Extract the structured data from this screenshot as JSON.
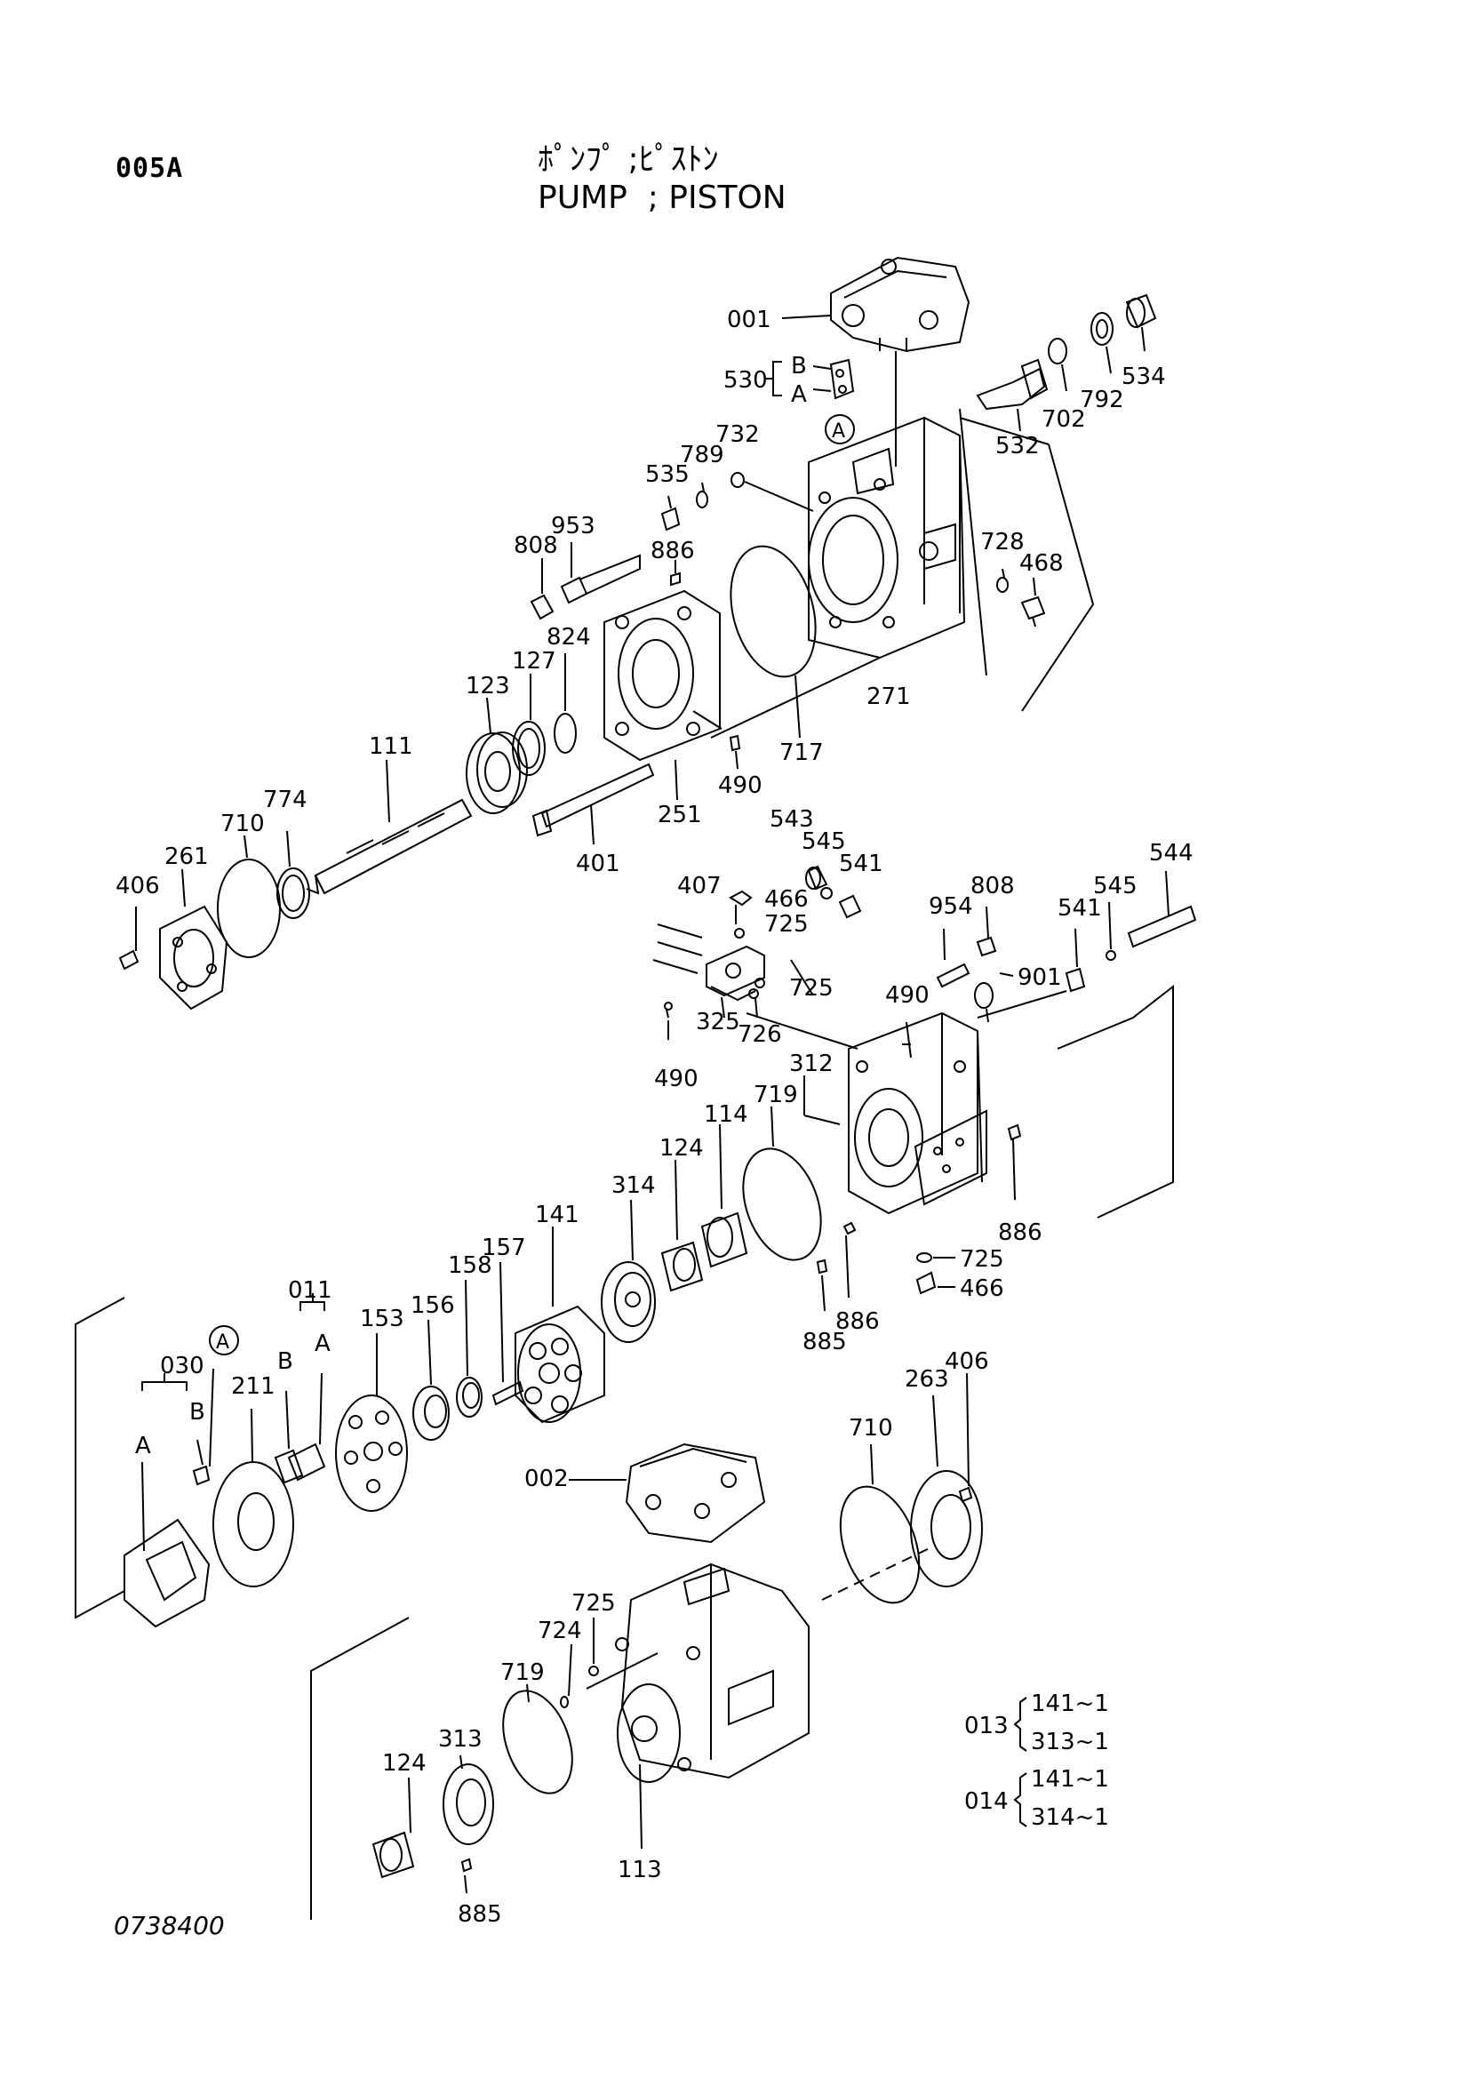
{
  "page": {
    "code": "005A",
    "title_jp": "ﾎﾟﾝﾌﾟ ;ﾋﾟｽﾄﾝ",
    "title_en": "PUMP  ; PISTON",
    "doc_number": "0738400"
  },
  "callouts": {
    "c001": "001",
    "c530": "530",
    "c530b": "B",
    "c530a": "A",
    "c532": "532",
    "c702": "702",
    "c792": "792",
    "c534": "534",
    "refA1": "A",
    "c732": "732",
    "c789": "789",
    "c535": "535",
    "c953": "953",
    "c808a": "808",
    "c886a": "886",
    "c728": "728",
    "c468": "468",
    "c824": "824",
    "c127": "127",
    "c123": "123",
    "c111": "111",
    "c490a": "490",
    "c717": "717",
    "c271": "271",
    "c251": "251",
    "c401": "401",
    "c774": "774",
    "c710a": "710",
    "c261": "261",
    "c406a": "406",
    "c543": "543",
    "c545a": "545",
    "c541a": "541",
    "c407": "407",
    "c466a": "466",
    "c725a": "725",
    "c725b": "725",
    "c954": "954",
    "c808b": "808",
    "c545b": "545",
    "c544": "544",
    "c541b": "541",
    "c901": "901",
    "c490b": "490",
    "c726": "726",
    "c325": "325",
    "c490c": "490",
    "c312": "312",
    "c719a": "719",
    "c114": "114",
    "c124a": "124",
    "c314": "314",
    "c141": "141",
    "c886b": "886",
    "c725c": "725",
    "c466b": "466",
    "c886c": "886",
    "c885a": "885",
    "c157": "157",
    "c158": "158",
    "c156": "156",
    "c153": "153",
    "c011": "011",
    "c011b": "B",
    "c011a": "A",
    "refA2": "A",
    "c030": "030",
    "c030b": "B",
    "c030a": "A",
    "c211": "211",
    "c406b": "406",
    "c263": "263",
    "c710b": "710",
    "c002": "002",
    "c725d": "725",
    "c724": "724",
    "c719b": "719",
    "c313": "313",
    "c124b": "124",
    "c885b": "885",
    "c113": "113"
  },
  "kits": [
    {
      "code": "013",
      "items": [
        "141~1",
        "313~1"
      ]
    },
    {
      "code": "014",
      "items": [
        "141~1",
        "314~1"
      ]
    }
  ]
}
